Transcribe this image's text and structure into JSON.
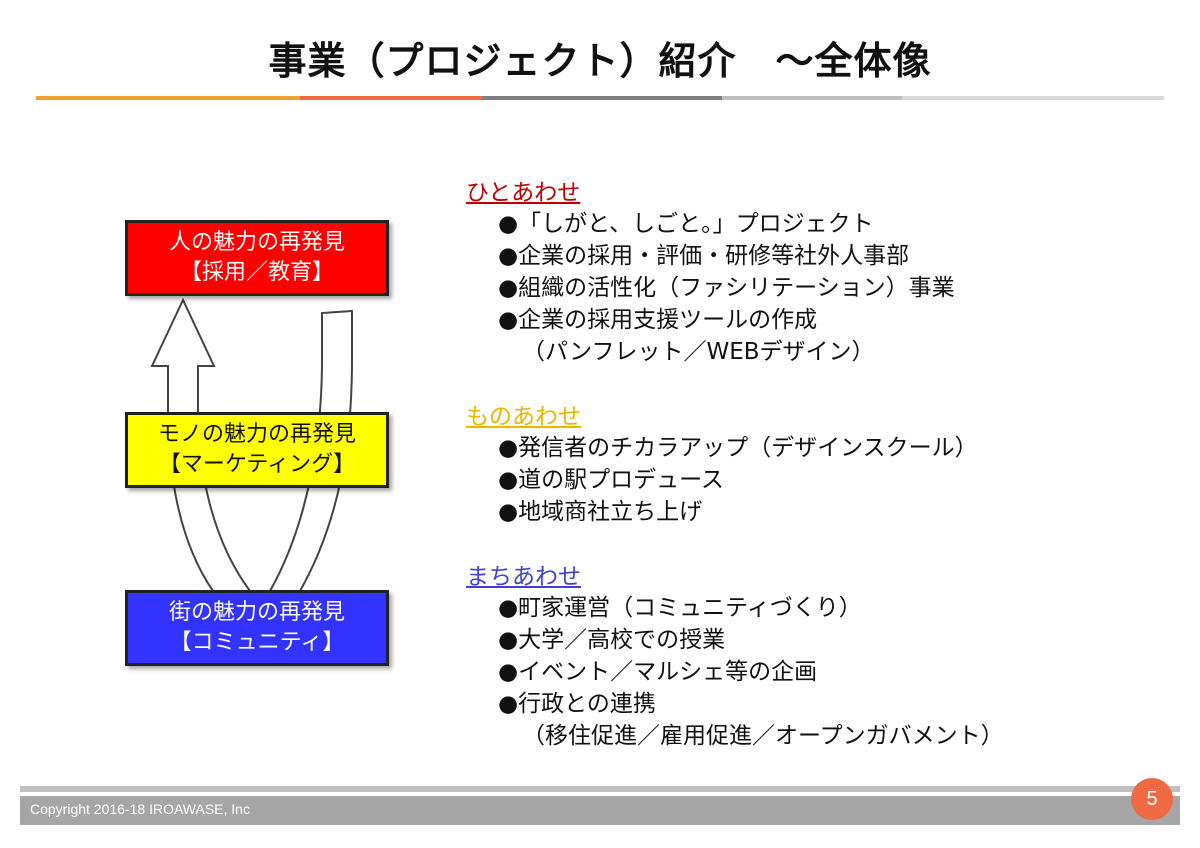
{
  "title": "事業（プロジェクト）紹介　～全体像",
  "colors": {
    "title_line": [
      "#f0a030",
      "#ed6a43",
      "#7f7f7f",
      "#bfbfbf",
      "#d9d9d9"
    ],
    "box_human": "#ff0000",
    "box_thing": "#ffff00",
    "box_town": "#3333ff",
    "section_hito": "#c00000",
    "section_mono": "#e6b800",
    "section_machi": "#4040d0"
  },
  "boxes": {
    "human": {
      "line1": "人の魅力の再発見",
      "line2": "【採用／教育】"
    },
    "thing": {
      "line1": "モノの魅力の再発見",
      "line2": "【マーケティング】"
    },
    "town": {
      "line1": "街の魅力の再発見",
      "line2": "【コミュニティ】"
    }
  },
  "sections": {
    "hito": {
      "title": "ひとあわせ",
      "items": [
        "●「しがと、しごと。」プロジェクト",
        "●企業の採用・評価・研修等社外人事部",
        "●組織の活性化（ファシリテーション）事業",
        "●企業の採用支援ツールの作成"
      ],
      "continuation": "（パンフレット／WEBデザイン）"
    },
    "mono": {
      "title": "ものあわせ",
      "items": [
        "●発信者のチカラアップ（デザインスクール）",
        "●道の駅プロデュース",
        "●地域商社立ち上げ"
      ]
    },
    "machi": {
      "title": "まちあわせ",
      "items": [
        "●町家運営（コミュニティづくり）",
        "●大学／高校での授業",
        "●イベント／マルシェ等の企画",
        "●行政との連携"
      ],
      "continuation": "（移住促進／雇用促進／オープンガバメント）"
    }
  },
  "footer": {
    "copyright": "Copyright 2016-18 IROAWASE, Inc",
    "page_number": "5"
  }
}
